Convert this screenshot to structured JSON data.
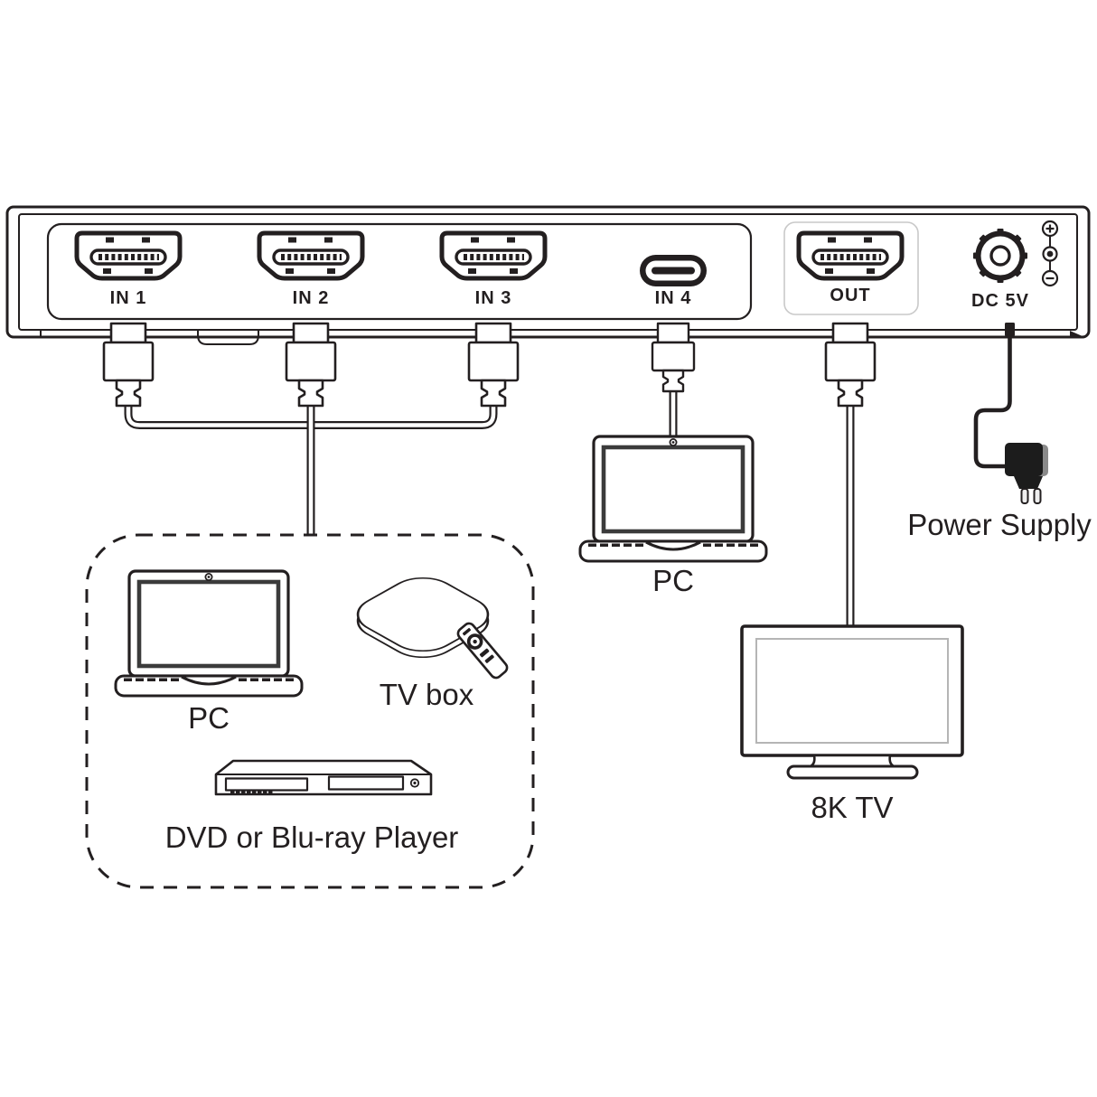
{
  "diagram": {
    "title": "hdmi-switcher-connection-diagram",
    "device": {
      "name": "4x1-switcher-rear-panel",
      "ports": [
        {
          "label": "IN 1",
          "type": "hdmi-input"
        },
        {
          "label": "IN 2",
          "type": "hdmi-input"
        },
        {
          "label": "IN 3",
          "type": "hdmi-input"
        },
        {
          "label": "IN 4",
          "type": "usb-c-input"
        },
        {
          "label": "OUT",
          "type": "hdmi-output"
        },
        {
          "label": "DC 5V",
          "type": "dc-power-jack"
        }
      ],
      "polarity_icon": "center-positive-polarity"
    },
    "source_group": {
      "items": [
        {
          "label": "PC",
          "icon": "laptop-icon"
        },
        {
          "label": "TV box",
          "icon": "tv-box-icon"
        },
        {
          "label": "DVD or Blu-ray Player",
          "icon": "dvd-player-icon"
        }
      ]
    },
    "in4_source": {
      "label": "PC",
      "icon": "laptop-icon"
    },
    "output_sink": {
      "label": "8K TV",
      "icon": "tv-icon"
    },
    "power": {
      "label": "Power Supply",
      "icon": "wall-adapter-icon"
    },
    "colors": {
      "line": "#231f20",
      "background": "#ffffff",
      "faint_panel": "#c9c9c9",
      "adapter_body": "#1c1c1c"
    }
  }
}
